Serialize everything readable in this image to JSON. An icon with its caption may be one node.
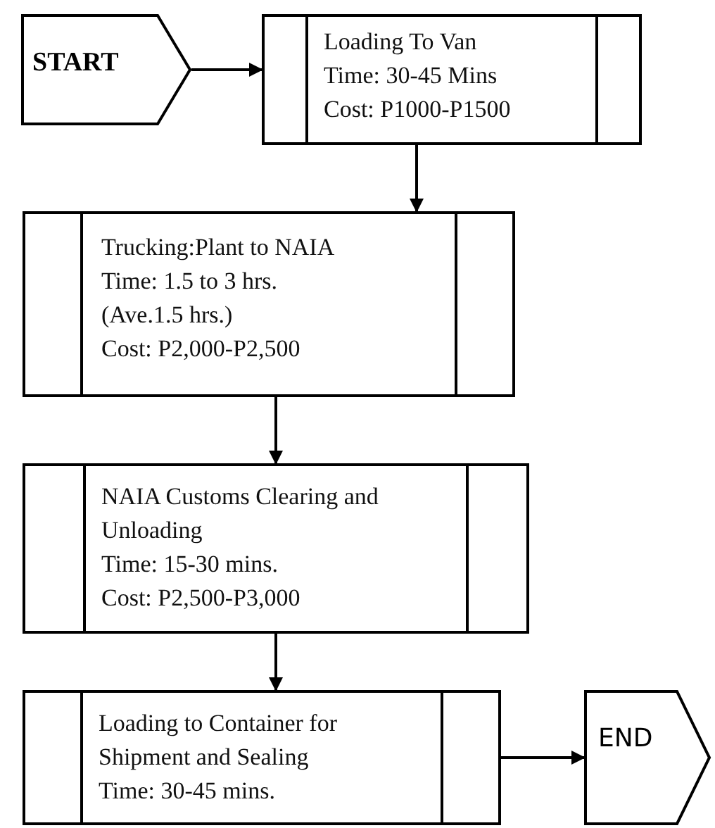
{
  "diagram": {
    "nodes": [
      {
        "text": [
          "START"
        ]
      },
      {
        "text": [
          "Loading To Van",
          "Time: 30-45 Mins",
          "Cost: P1000-P1500"
        ]
      },
      {
        "text": [
          "Trucking:Plant to NAIA",
          "Time: 1.5 to 3 hrs.",
          "(Ave.1.5 hrs.)",
          "Cost: P2,000-P2,500"
        ]
      },
      {
        "text": [
          "NAIA Customs Clearing and Unloading",
          "Time: 15-30 mins.",
          "Cost: P2,500-P3,000"
        ]
      },
      {
        "text": [
          "Loading to Container for Shipment and Sealing",
          "Time: 30-45 mins."
        ]
      },
      {
        "text": [
          "END"
        ]
      }
    ],
    "edges": [
      {
        "from": 0,
        "to": 1,
        "arrow": "to"
      },
      {
        "from": 1,
        "to": 2,
        "arrow": "to"
      },
      {
        "from": 2,
        "to": 3,
        "arrow": "to"
      },
      {
        "from": 3,
        "to": 4,
        "arrow": "to"
      },
      {
        "from": 4,
        "to": 5,
        "arrow": "to"
      }
    ]
  }
}
